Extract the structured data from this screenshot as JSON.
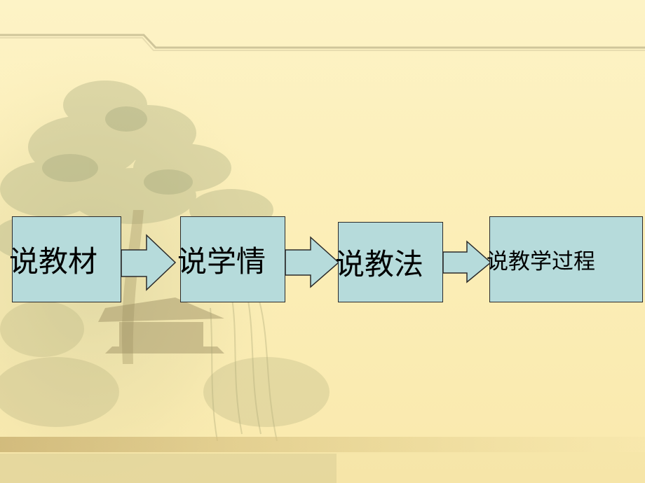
{
  "diagram": {
    "nodes": [
      {
        "id": "n1",
        "label": "说教材"
      },
      {
        "id": "n2",
        "label": "说学情"
      },
      {
        "id": "n3",
        "label": "说教法"
      },
      {
        "id": "n4",
        "label": "说教学过程"
      }
    ],
    "edges": [
      {
        "from": "n1",
        "to": "n2"
      },
      {
        "from": "n2",
        "to": "n3"
      },
      {
        "from": "n3",
        "to": "n4"
      }
    ]
  },
  "colors": {
    "background": "#fcefb7",
    "node_fill": "#b6dbdb",
    "node_border": "#2a2a2a",
    "arrow_fill": "#b6dbdb"
  }
}
